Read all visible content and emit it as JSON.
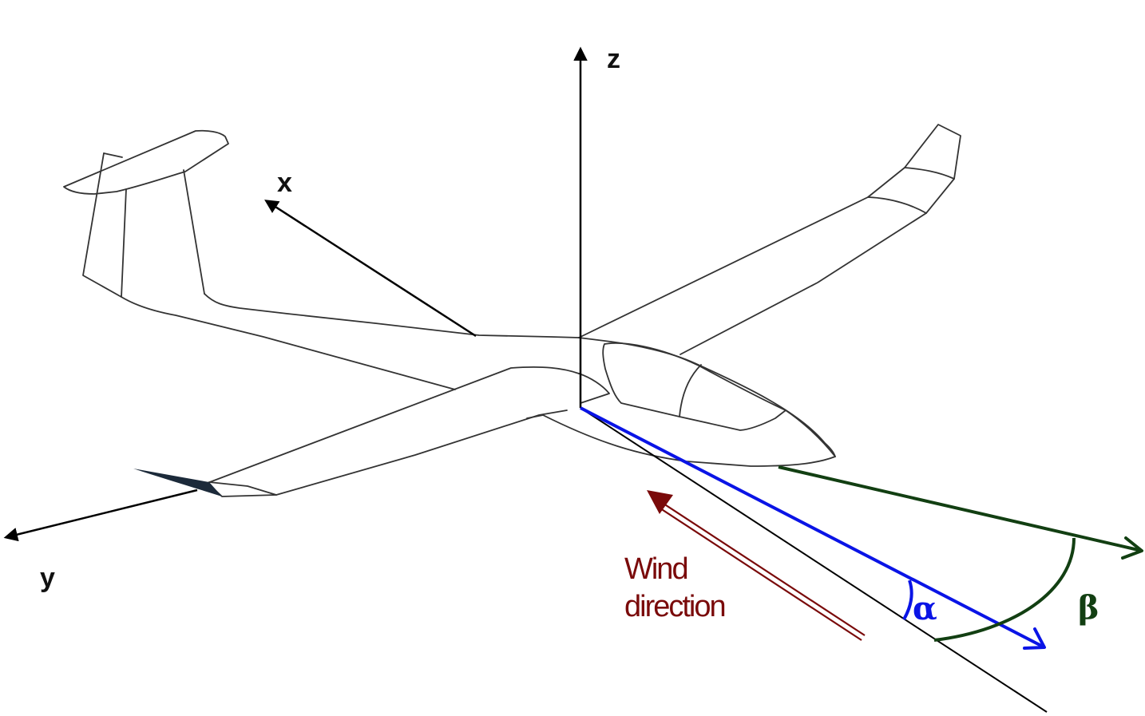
{
  "axes": {
    "x_label": "x",
    "y_label": "y",
    "z_label": "z"
  },
  "wind": {
    "label_line1": "Wind",
    "label_line2": "direction",
    "color": "#7a0a0a"
  },
  "angles": {
    "alpha_symbol": "α",
    "alpha_color": "#0a14e6",
    "beta_symbol": "β",
    "beta_color": "#123f12"
  }
}
